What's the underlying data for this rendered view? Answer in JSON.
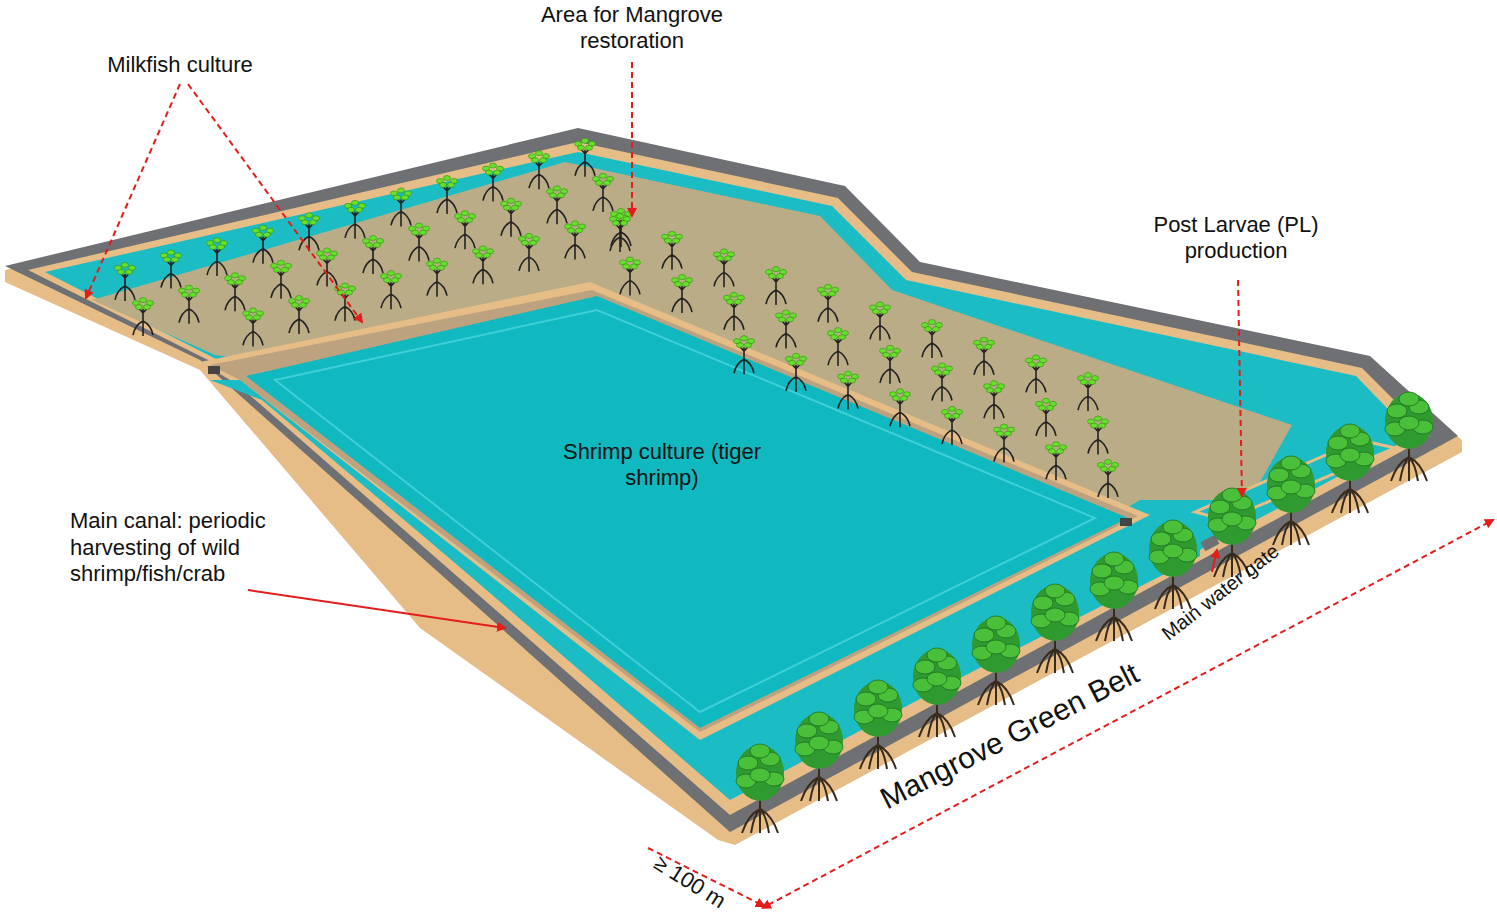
{
  "diagram": {
    "nodes": [
      {
        "text": [
          "Shrimp culture (tiger shrimp)"
        ]
      }
    ],
    "labels": [
      "Milkfish culture",
      "Area for Mangrove restoration",
      "Post Larvae (PL) production",
      "Main canal: periodic harvesting of wild shrimp/fish/crab",
      "Main water gate",
      "Mangrove Green Belt",
      "≥ 100 m"
    ]
  }
}
